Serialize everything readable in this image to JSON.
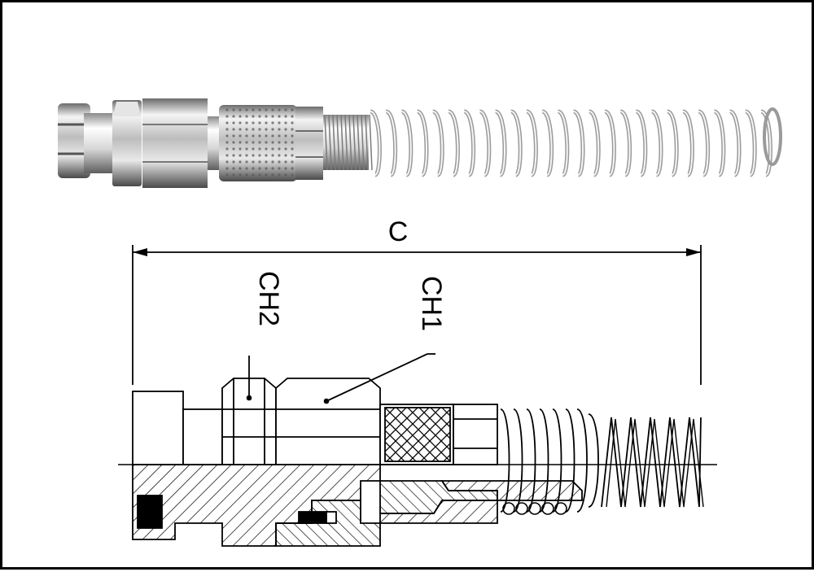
{
  "labels": {
    "overall_length": "C",
    "hex_small": "CH2",
    "hex_large": "CH1"
  },
  "colors": {
    "frame": "#000000",
    "steel_light": "#f2f2f2",
    "steel_mid": "#b9b9b9",
    "steel_dark": "#555555",
    "line": "#000000",
    "seal": "#111111"
  }
}
